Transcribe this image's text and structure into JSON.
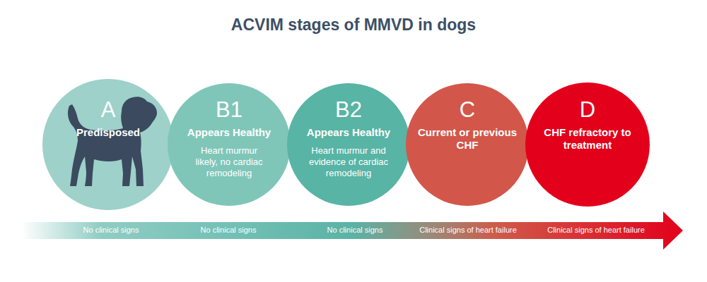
{
  "diagram": {
    "title": "ACVIM stages of MMVD in dogs",
    "nodes": [
      {
        "text": [
          "A",
          "Predisposed"
        ]
      },
      {
        "text": [
          "B1",
          "Appears Healthy",
          "Heart murmur likely, no cardiac remodeling"
        ]
      },
      {
        "text": [
          "B2",
          "Appears Healthy",
          "Heart murmur and evidence of cardiac remodeling"
        ]
      },
      {
        "text": [
          "C",
          "Current or previous CHF"
        ]
      },
      {
        "text": [
          "D",
          "CHF refractory to treatment"
        ]
      }
    ],
    "labels": [
      "No clinical signs",
      "No clinical signs",
      "No clinical signs",
      "Clinical signs of heart failure",
      "Clinical signs of heart failure"
    ]
  }
}
